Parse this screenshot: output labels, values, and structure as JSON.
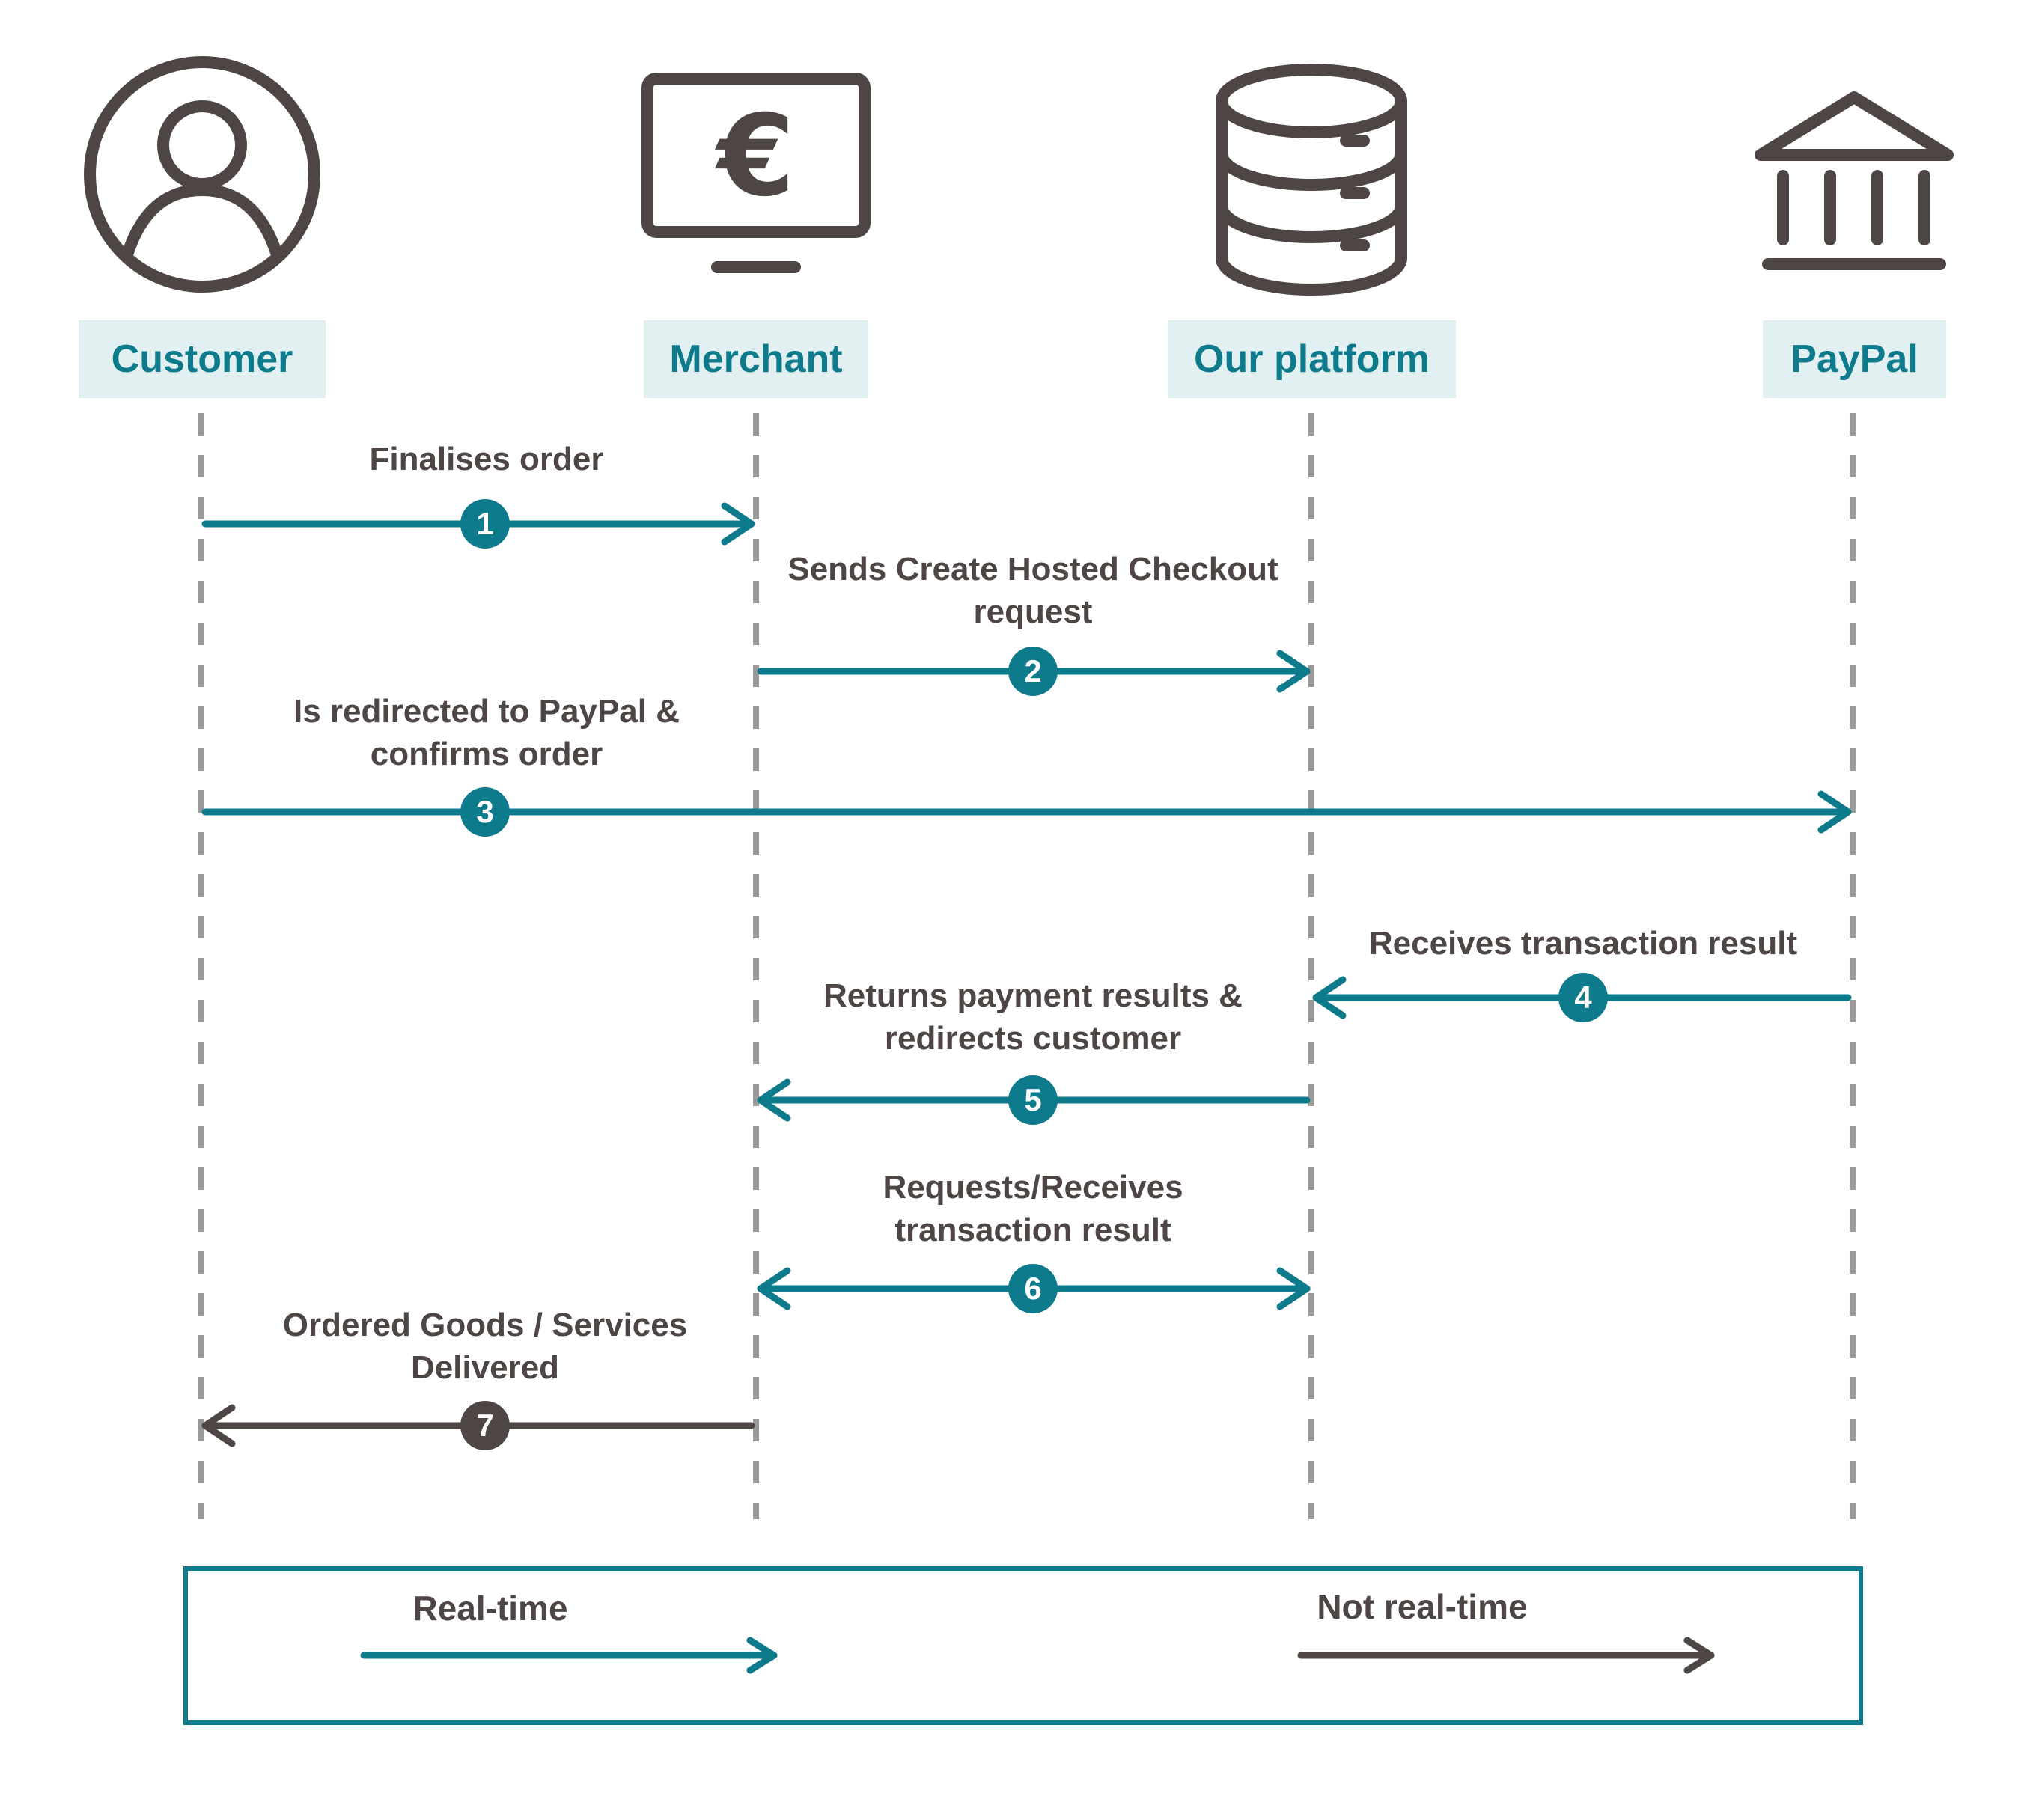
{
  "actors": [
    {
      "label": "Customer",
      "icon": "person-icon"
    },
    {
      "label": "Merchant",
      "icon": "monitor-euro-icon"
    },
    {
      "label": "Our platform",
      "icon": "database-icon"
    },
    {
      "label": "PayPal",
      "icon": "bank-icon"
    }
  ],
  "icons": {
    "euro": "€"
  },
  "messages": [
    {
      "num": "1",
      "label": "Finalises order",
      "from": "Customer",
      "to": "Merchant",
      "style": "real-time"
    },
    {
      "num": "2",
      "label": "Sends Create Hosted Checkout request",
      "from": "Merchant",
      "to": "Our platform",
      "style": "real-time"
    },
    {
      "num": "3",
      "label": "Is redirected to PayPal & confirms order",
      "from": "Customer",
      "to": "PayPal",
      "style": "real-time"
    },
    {
      "num": "4",
      "label": "Receives transaction result",
      "from": "PayPal",
      "to": "Our platform",
      "style": "real-time"
    },
    {
      "num": "5",
      "label": "Returns payment results & redirects customer",
      "from": "Our platform",
      "to": "Merchant",
      "style": "real-time"
    },
    {
      "num": "6",
      "label": "Requests/Receives transaction result",
      "from": "Merchant",
      "to": "Our platform",
      "style": "real-time",
      "direction": "bidirectional"
    },
    {
      "num": "7",
      "label": "Ordered Goods / Services Delivered",
      "from": "Merchant",
      "to": "Customer",
      "style": "not-real-time"
    }
  ],
  "legend": {
    "real_time_label": "Real-time",
    "not_real_time_label": "Not real-time"
  },
  "colors": {
    "real_time_teal": "#0e7b8c",
    "not_real_time_dark": "#4d4644",
    "actor_label_bg": "#e2f0f2",
    "lifeline_gray": "#9a9a9a"
  }
}
